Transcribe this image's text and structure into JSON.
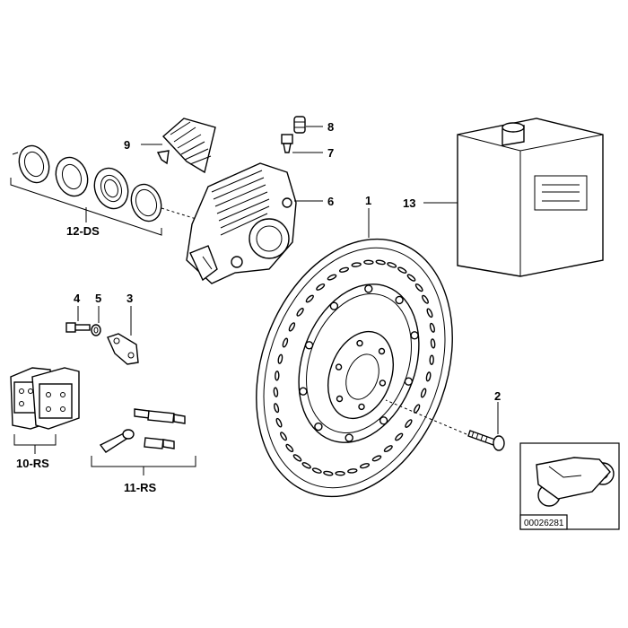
{
  "callouts": {
    "c1": "1",
    "c2": "2",
    "c3": "3",
    "c4": "4",
    "c5": "5",
    "c6": "6",
    "c7": "7",
    "c8": "8",
    "c9": "9",
    "c10": "10-RS",
    "c11": "11-RS",
    "c12": "12-DS",
    "c13": "13"
  },
  "thumbnail": {
    "code": "00026281",
    "icon": "motorcycle-icon"
  },
  "icons": {
    "brake_disc": "brake-disc-icon",
    "bolt": "bolt-icon",
    "bracket": "bracket-icon",
    "caliper": "brake-caliper-icon",
    "bleeder": "bleeder-valve-icon",
    "dust_cap": "dust-cap-icon",
    "pad_spring": "pad-spring-icon",
    "pads": "brake-pads-icon",
    "pins": "retaining-pins-icon",
    "seals": "seal-rings-icon",
    "fluid_can": "brake-fluid-can-icon"
  }
}
